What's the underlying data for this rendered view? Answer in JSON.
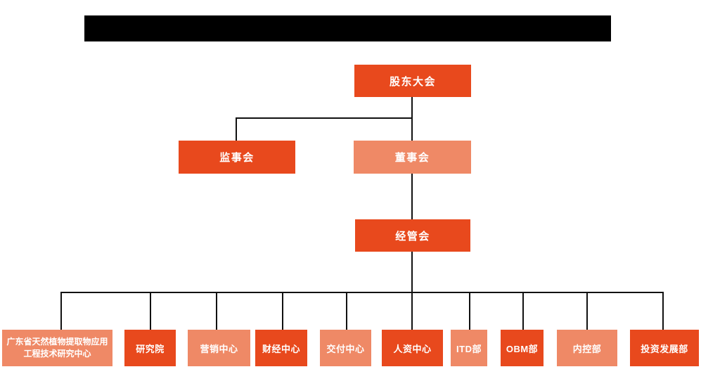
{
  "colors": {
    "node_primary": "#e8491d",
    "node_secondary": "#ef8966",
    "connector": "#111111",
    "redaction": "#000000",
    "node_text": "#ffffff",
    "background": "#ffffff"
  },
  "nodes": {
    "shareholders_meeting": "股东大会",
    "supervisory_board": "监事会",
    "board_of_directors": "董事会",
    "management_committee": "经管会"
  },
  "departments": [
    "广东省天然植物提取物应用工程技术研究中心",
    "研究院",
    "营销中心",
    "财经中心",
    "交付中心",
    "人资中心",
    "ITD部",
    "OBM部",
    "内控部",
    "投资发展部"
  ]
}
